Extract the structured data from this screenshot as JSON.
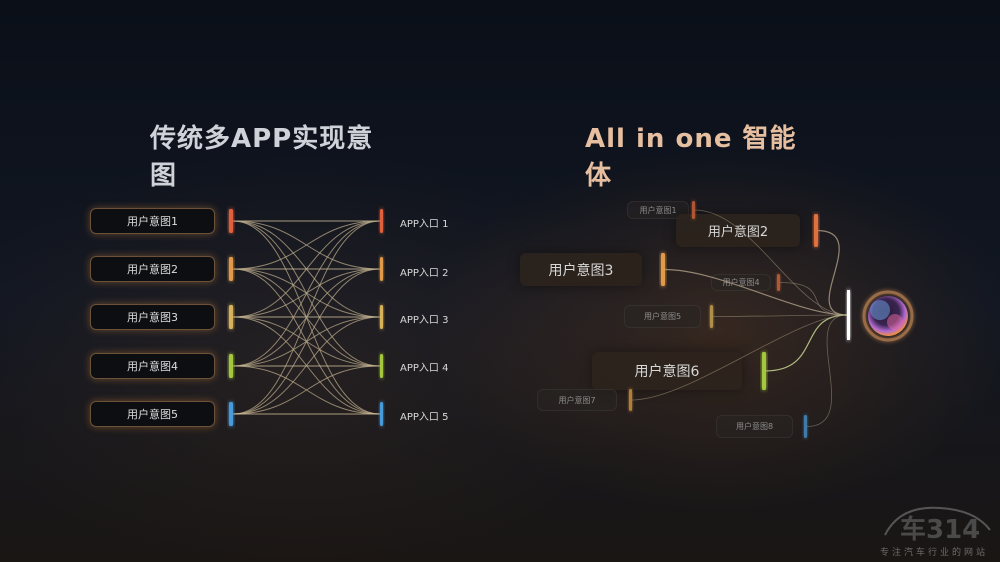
{
  "left": {
    "title": "传统多APP实现意图",
    "intents": [
      "用户意图1",
      "用户意图2",
      "用户意图3",
      "用户意图4",
      "用户意图5"
    ],
    "apps": [
      "APP入口 1",
      "APP入口 2",
      "APP入口 3",
      "APP入口 4",
      "APP入口 5"
    ],
    "bar_colors": [
      "#e0603c",
      "#e09a4a",
      "#d8b25a",
      "#a4c83c",
      "#4a9ad8"
    ]
  },
  "right": {
    "title": "All in one 智能体",
    "intents": [
      {
        "label": "用户意图1",
        "size": "small",
        "color": "#e06a3c"
      },
      {
        "label": "用户意图2",
        "size": "large",
        "color": "#e0703c"
      },
      {
        "label": "用户意图3",
        "size": "large",
        "color": "#e09a4a"
      },
      {
        "label": "用户意图4",
        "size": "small",
        "color": "#e06a3c"
      },
      {
        "label": "用户意图5",
        "size": "small",
        "color": "#d8b25a"
      },
      {
        "label": "用户意图6",
        "size": "large",
        "color": "#a4c83c"
      },
      {
        "label": "用户意图7",
        "size": "small",
        "color": "#e0a040"
      },
      {
        "label": "用户意图8",
        "size": "small",
        "color": "#4a9ad8"
      }
    ]
  },
  "watermark": {
    "logo": "车314",
    "tagline": "专注汽车行业的网站"
  }
}
